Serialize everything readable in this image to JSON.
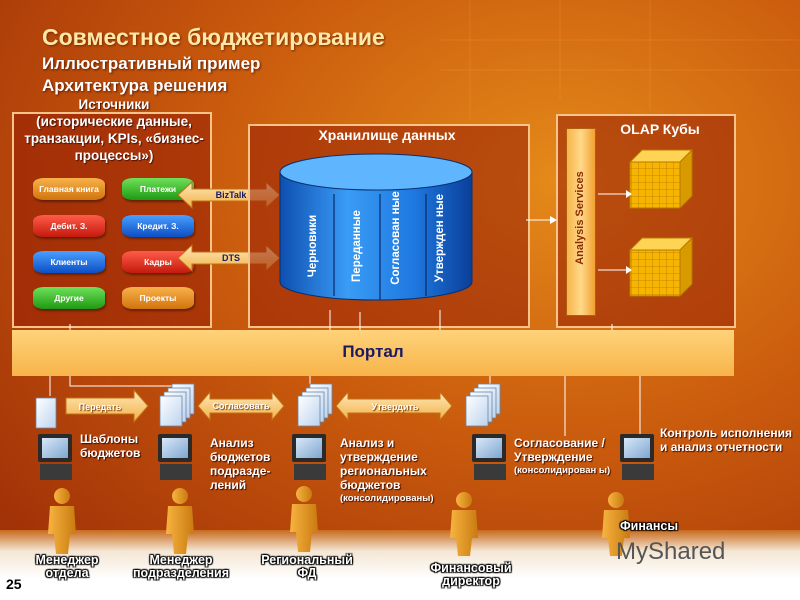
{
  "title": "Совместное бюджетирование",
  "subtitle1": "Иллюстративный пример",
  "subtitle2": "Архитектура решения",
  "sources": {
    "title": "Источники (исторические данные, транзакции, KPIs, «бизнес-процессы»)",
    "title_lines": [
      "Источники",
      "(исторические данные,",
      "транзакции, KPIs, «бизнес-",
      "процессы»)"
    ],
    "items": [
      {
        "label": "Главная книга",
        "color": "#e8941c"
      },
      {
        "label": "Платежи",
        "color": "#2aa81a"
      },
      {
        "label": "Дебит. З.",
        "color": "#e0271a"
      },
      {
        "label": "Кредит. З.",
        "color": "#1a5ed8"
      },
      {
        "label": "Клиенты",
        "color": "#1a5ed8"
      },
      {
        "label": "Кадры",
        "color": "#e0271a"
      },
      {
        "label": "Другие",
        "color": "#2aa81a"
      },
      {
        "label": "Проекты",
        "color": "#e8941c"
      }
    ]
  },
  "connectors": {
    "biztalk": "BizTalk",
    "dts": "DTS"
  },
  "warehouse": {
    "title": "Хранилище данных",
    "segments": [
      "Черновики",
      "Переданные",
      "Согласован ные",
      "Утвержден ные"
    ]
  },
  "olap": {
    "title": "OLAP Кубы",
    "service": "Analysis Services"
  },
  "portal": {
    "label": "Портал"
  },
  "actions": {
    "pass": "Передать",
    "agree": "Согласовать",
    "approve": "Утвердить"
  },
  "steps": [
    {
      "text": "Шаблоны бюджетов"
    },
    {
      "text": "Анализ бюджетов подразде-лений"
    },
    {
      "text": "Анализ и утверждение региональных бюджетов",
      "note": "(консолидированы)"
    },
    {
      "text": "Согласование / Утверждение",
      "note": "(консолидирован ы)"
    },
    {
      "text": "Контроль исполнения и анализ отчетности"
    }
  ],
  "roles": [
    {
      "label": "Менеджер отдела"
    },
    {
      "label": "Менеджер подразделения"
    },
    {
      "label": "Региональный ФД"
    },
    {
      "label": "Финансовый директор"
    },
    {
      "label": "Финансы"
    }
  ],
  "page_number": "25",
  "watermark": "MyShared",
  "colors": {
    "accent": "#c95a0d",
    "portal": "#f7b44a",
    "cylinder": "#1f7fe6",
    "cube": "#f7b400"
  }
}
